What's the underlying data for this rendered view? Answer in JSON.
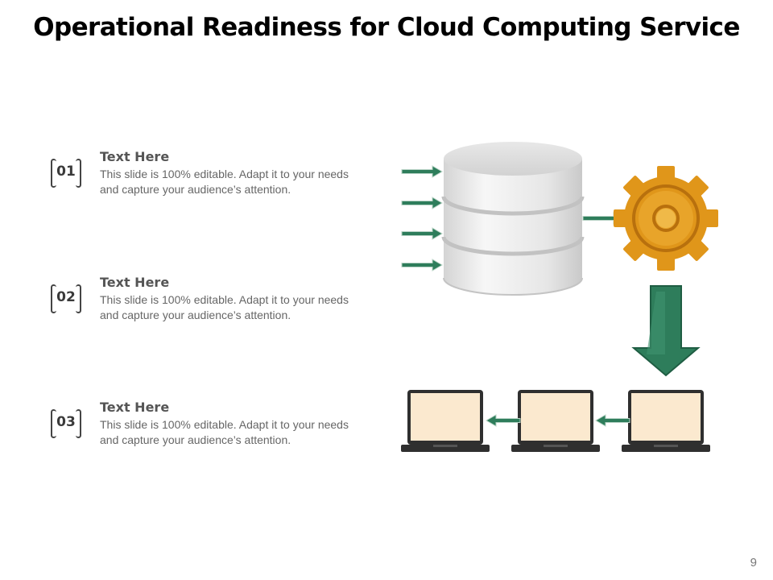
{
  "title": "Operational Readiness for Cloud Computing Service",
  "items": [
    {
      "number": "01",
      "heading": "Text Here",
      "desc_line1": "This slide is 100% editable.  Adapt it to your needs",
      "desc_line2": "and capture your audience’s attention."
    },
    {
      "number": "02",
      "heading": "Text Here",
      "desc_line1": "This slide is 100% editable.  Adapt it to your needs",
      "desc_line2": "and capture your audience’s attention."
    },
    {
      "number": "03",
      "heading": "Text Here",
      "desc_line1": "This slide is 100% editable.  Adapt it to your needs",
      "desc_line2": "and capture your audience’s attention."
    }
  ],
  "page_number": "9",
  "colors": {
    "arrow_green": "#2e7d5b",
    "gear_orange": "#e0961a",
    "laptop_screen": "#fbe9cf",
    "laptop_body": "#2f2f2f"
  },
  "icons": [
    "database-icon",
    "gear-icon",
    "laptop-icon",
    "arrow-right-icon",
    "arrow-left-icon",
    "arrow-down-icon"
  ]
}
